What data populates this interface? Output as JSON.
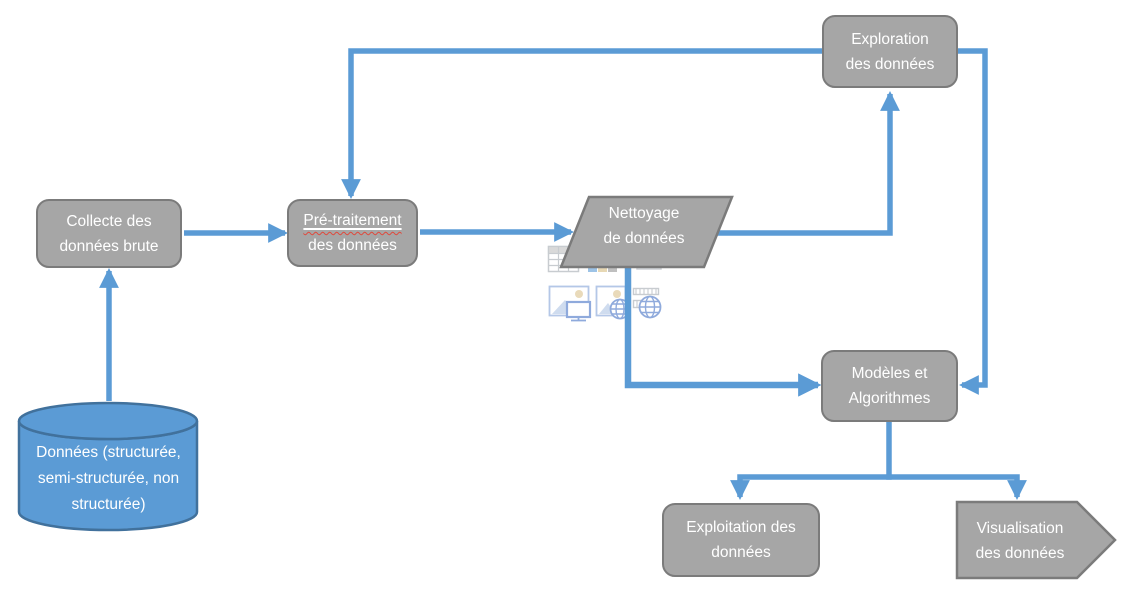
{
  "diagram_type": "flowchart-data-science-process",
  "nodes": {
    "collecte": {
      "shape": "rounded-rectangle",
      "line1": "Collecte des",
      "line2": "données brute"
    },
    "pretraitement": {
      "shape": "rounded-rectangle",
      "line1": "Pré-traitement",
      "line2": "des données",
      "spellcheck_squiggle_on_line1": true
    },
    "nettoyage": {
      "shape": "parallelogram",
      "line1": "Nettoyage",
      "line2": "de données"
    },
    "exploration": {
      "shape": "rounded-rectangle",
      "line1": "Exploration",
      "line2": "des données"
    },
    "modeles": {
      "shape": "rounded-rectangle",
      "line1": "Modèles et",
      "line2": "Algorithmes"
    },
    "exploitation": {
      "shape": "rounded-rectangle",
      "line1": "Exploitation des",
      "line2": "données"
    },
    "visualisation": {
      "shape": "arrow-pentagon",
      "line1": "Visualisation",
      "line2": "des données"
    },
    "donnees": {
      "shape": "cylinder",
      "line1": "Données (structurée,",
      "line2": "semi-structurée, non",
      "line3": "structurée)"
    }
  },
  "edges": [
    {
      "from": "donnees",
      "to": "collecte"
    },
    {
      "from": "collecte",
      "to": "pretraitement"
    },
    {
      "from": "exploration",
      "to": "pretraitement"
    },
    {
      "from": "pretraitement",
      "to": "nettoyage"
    },
    {
      "from": "nettoyage",
      "to": "exploration"
    },
    {
      "from": "exploration",
      "to": "modeles"
    },
    {
      "from": "nettoyage",
      "to": "modeles"
    },
    {
      "from": "modeles",
      "to": "exploitation"
    },
    {
      "from": "modeles",
      "to": "visualisation"
    }
  ],
  "placeholder_icons": [
    "table-icon",
    "chart-icon",
    "media-placeholder-icon",
    "screenshot-icon",
    "online-pictures-icon",
    "online-video-icon"
  ],
  "colors": {
    "background": "#FFFFFF",
    "node_fill": "#A6A6A6",
    "node_border": "#7B7B7B",
    "arrow": "#5B9BD5",
    "cylinder_fill": "#5B9BD5",
    "cylinder_border": "#41719C",
    "text": "#FFFFFF",
    "squiggle": "#E0483B"
  }
}
